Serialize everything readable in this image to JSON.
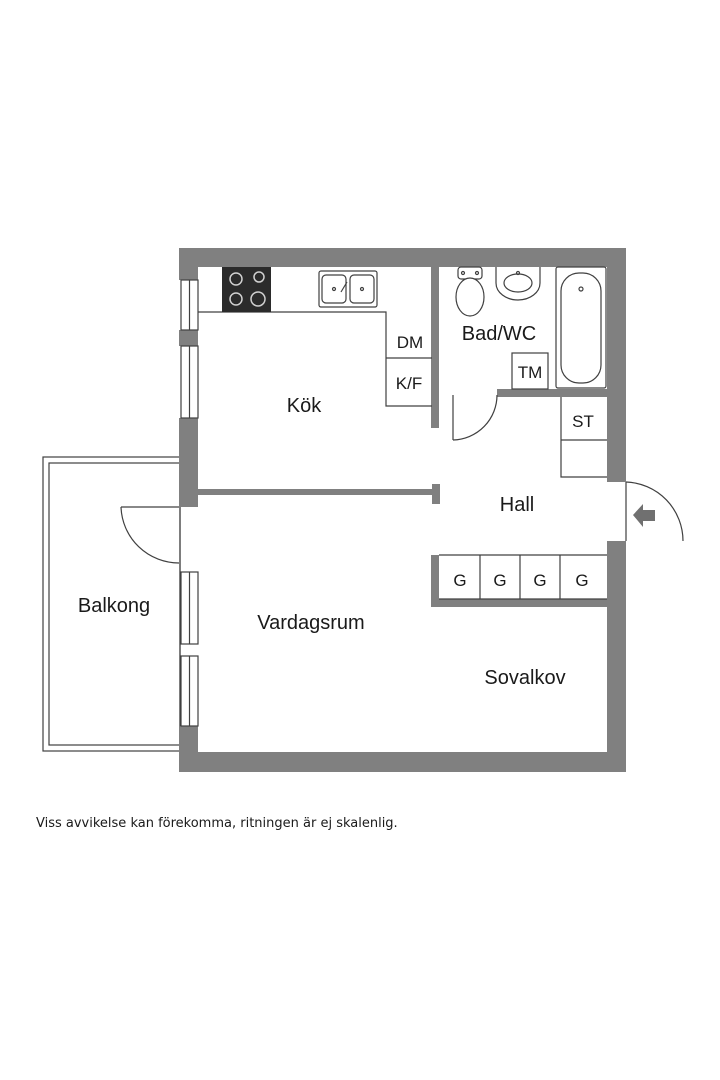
{
  "rooms": {
    "kitchen": "Kök",
    "bathroom": "Bad/WC",
    "hall": "Hall",
    "balcony": "Balkong",
    "living_room": "Vardagsrum",
    "sleeping_alcove": "Sovalkov"
  },
  "fixtures": {
    "dishwasher": "DM",
    "fridge_freezer": "K/F",
    "washing_machine": "TM",
    "storage": "ST",
    "wardrobes": [
      "G",
      "G",
      "G",
      "G"
    ]
  },
  "disclaimer": "Viss avvikelse kan förekomma, ritningen är ej skalenlig.",
  "colors": {
    "wall": "#808080",
    "line": "#404040",
    "stove": "#2b2b2b"
  },
  "icons": {
    "entrance": "entrance-arrow-icon",
    "stove": "stove-icon",
    "sink": "sink-icon",
    "toilet": "toilet-icon",
    "washbasin": "washbasin-icon",
    "bathtub": "bathtub-icon"
  }
}
